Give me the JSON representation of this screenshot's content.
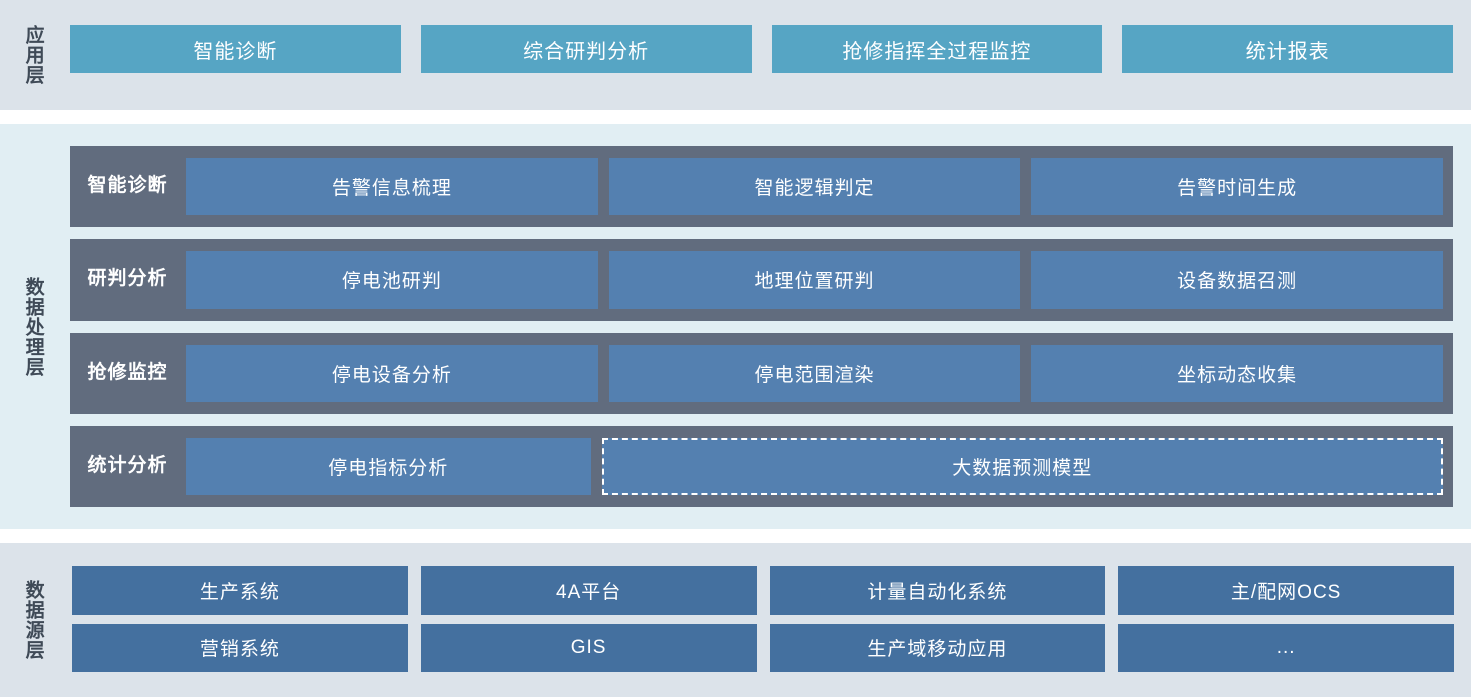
{
  "colors": {
    "page_background": "#ffffff",
    "app_panel_background": "#dce3ea",
    "process_panel_background": "#e1eef3",
    "source_panel_background": "#dce3ea",
    "app_card": "#56a5c4",
    "process_row_band": "#616c7e",
    "process_cell": "#5480b0",
    "source_tile": "#44709f",
    "label_text": "#3f4a57",
    "card_text": "#ffffff"
  },
  "layers": {
    "application": {
      "label": "应用层",
      "cards": [
        {
          "label": "智能诊断"
        },
        {
          "label": "综合研判分析"
        },
        {
          "label": "抢修指挥全过程监控"
        },
        {
          "label": "统计报表"
        }
      ]
    },
    "processing": {
      "label": "数据处理层",
      "rows": [
        {
          "label": "智能诊断",
          "cells": [
            {
              "label": "告警信息梳理",
              "dashed": false
            },
            {
              "label": "智能逻辑判定",
              "dashed": false
            },
            {
              "label": "告警时间生成",
              "dashed": false
            }
          ]
        },
        {
          "label": "研判分析",
          "cells": [
            {
              "label": "停电池研判",
              "dashed": false
            },
            {
              "label": "地理位置研判",
              "dashed": false
            },
            {
              "label": "设备数据召测",
              "dashed": false
            }
          ]
        },
        {
          "label": "抢修监控",
          "cells": [
            {
              "label": "停电设备分析",
              "dashed": false
            },
            {
              "label": "停电范围渲染",
              "dashed": false
            },
            {
              "label": "坐标动态收集",
              "dashed": false
            }
          ]
        },
        {
          "label": "统计分析",
          "cells": [
            {
              "label": "停电指标分析",
              "dashed": false
            },
            {
              "label": "大数据预测模型",
              "dashed": true
            }
          ]
        }
      ]
    },
    "datasource": {
      "label": "数据源层",
      "rows": [
        {
          "tiles": [
            {
              "label": "生产系统"
            },
            {
              "label": "4A平台"
            },
            {
              "label": "计量自动化系统"
            },
            {
              "label": "主/配网OCS"
            }
          ]
        },
        {
          "tiles": [
            {
              "label": "营销系统"
            },
            {
              "label": "GIS"
            },
            {
              "label": "生产域移动应用"
            },
            {
              "label": "..."
            }
          ]
        }
      ]
    }
  }
}
